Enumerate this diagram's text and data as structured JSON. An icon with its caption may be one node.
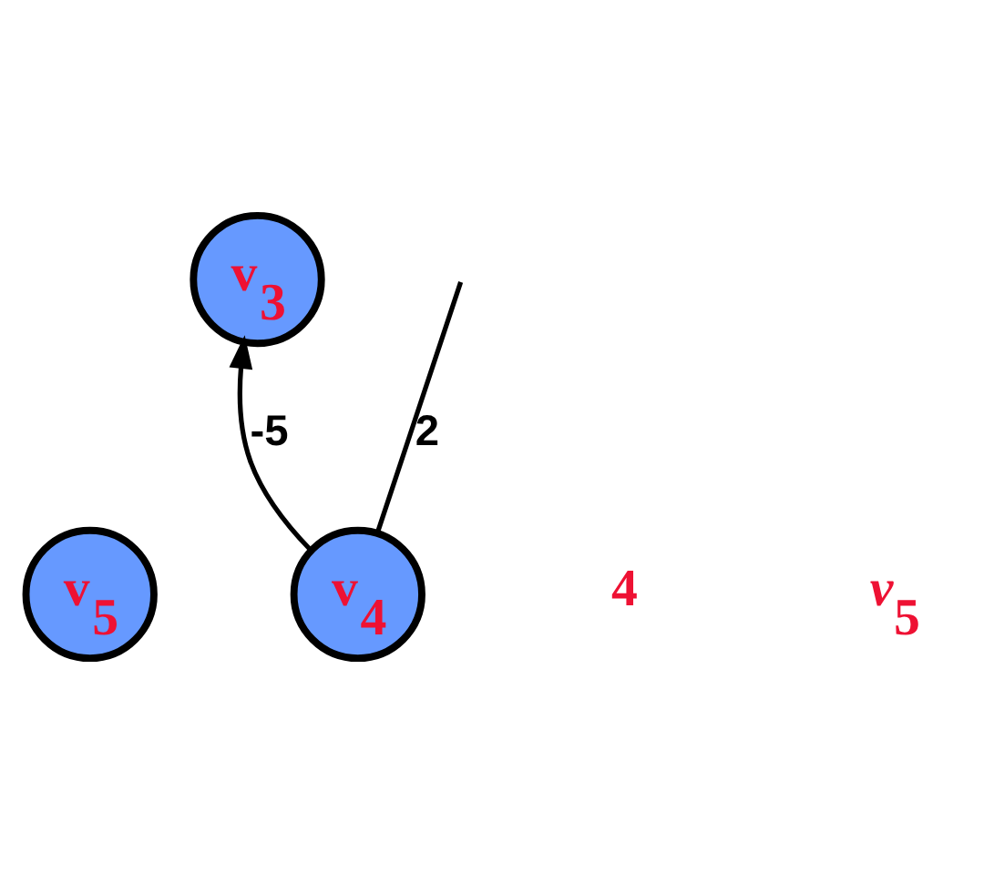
{
  "diagram": {
    "nodes": [
      {
        "text": [
          "v$_{5}$"
        ]
      },
      {
        "text": [
          "v$_{3}$"
        ]
      },
      {
        "text": [
          "v$_{4}$"
        ]
      }
    ],
    "edges": [
      {
        "from": 2,
        "to": 1,
        "arrow": "to",
        "label": "-5"
      },
      {
        "from": 2,
        "to": null,
        "arrow": "none",
        "label": "2"
      }
    ],
    "labels": [
      "4",
      "*v*$_{5}$"
    ]
  }
}
